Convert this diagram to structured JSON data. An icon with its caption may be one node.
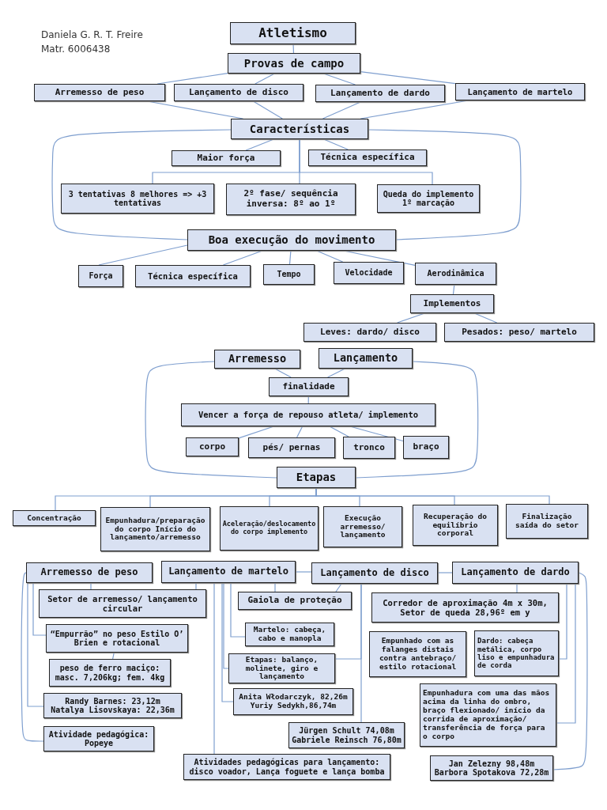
{
  "diagram": {
    "nodes": [
      {
        "text": [
          "Atletismo"
        ]
      },
      {
        "text": [
          "Provas de campo"
        ]
      },
      {
        "text": [
          "Arremesso de peso"
        ]
      },
      {
        "text": [
          "Lançamento de disco"
        ]
      },
      {
        "text": [
          "Lançamento de dardo"
        ]
      },
      {
        "text": [
          "Lançamento de martelo"
        ]
      },
      {
        "text": [
          "Características"
        ]
      },
      {
        "text": [
          "Maior força"
        ]
      },
      {
        "text": [
          "Técnica específica"
        ]
      },
      {
        "text": [
          "3 tentativas 8 melhores => +3 tentativas"
        ]
      },
      {
        "text": [
          "2º fase/ sequência inversa: 8º ao 1º"
        ]
      },
      {
        "text": [
          "Queda do implemento 1º marcação"
        ]
      },
      {
        "text": [
          "Boa execução do movimento"
        ]
      },
      {
        "text": [
          "Força"
        ]
      },
      {
        "text": [
          "Técnica específica"
        ]
      },
      {
        "text": [
          "Tempo"
        ]
      },
      {
        "text": [
          "Velocidade"
        ]
      },
      {
        "text": [
          "Aerodinâmica"
        ]
      },
      {
        "text": [
          "Implementos"
        ]
      },
      {
        "text": [
          "Leves: dardo/ disco"
        ]
      },
      {
        "text": [
          "Pesados: peso/ martelo"
        ]
      },
      {
        "text": [
          "Arremesso"
        ]
      },
      {
        "text": [
          "Lançamento"
        ]
      },
      {
        "text": [
          "finalidade"
        ]
      },
      {
        "text": [
          "Vencer a força de repouso atleta/ implemento"
        ]
      },
      {
        "text": [
          "corpo"
        ]
      },
      {
        "text": [
          "pés/ pernas"
        ]
      },
      {
        "text": [
          "tronco"
        ]
      },
      {
        "text": [
          "braço"
        ]
      },
      {
        "text": [
          "Etapas"
        ]
      },
      {
        "text": [
          "Concentração"
        ]
      },
      {
        "text": [
          "Empunhadura/preparação do corpo Início do lançamento/arremesso"
        ]
      },
      {
        "text": [
          "Aceleração/deslocamento do corpo implemento"
        ]
      },
      {
        "text": [
          "Execução arremesso/ lançamento"
        ]
      },
      {
        "text": [
          "Recuperação do equilíbrio corporal"
        ]
      },
      {
        "text": [
          "Finalização saída do setor"
        ]
      },
      {
        "text": [
          "Arremesso de peso"
        ]
      },
      {
        "text": [
          "Lançamento de martelo"
        ]
      },
      {
        "text": [
          "Lançamento de disco"
        ]
      },
      {
        "text": [
          "Lançamento de dardo"
        ]
      },
      {
        "text": [
          "Setor de arremesso/ lançamento circular"
        ]
      },
      {
        "text": [
          "“Empurrão” no peso Estilo O’ Brien e rotacional"
        ]
      },
      {
        "text": [
          "peso de ferro maciço: masc. 7,206kg; fem. 4kg"
        ]
      },
      {
        "text": [
          "Randy Barnes: 23,12m Natalya Lisovskaya: 22,36m"
        ]
      },
      {
        "text": [
          "Atividade pedagógica: Popeye"
        ]
      },
      {
        "text": [
          "Gaiola de proteção"
        ]
      },
      {
        "text": [
          "Martelo: cabeça, cabo e manopla"
        ]
      },
      {
        "text": [
          "Etapas: balanço, molinete, giro e lançamento"
        ]
      },
      {
        "text": [
          "Anita Włodarczyk, 82,26m Yuriy Sedykh,86,74m"
        ]
      },
      {
        "text": [
          "Jürgen Schult 74,08m Gabriele Reinsch 76,80m"
        ]
      },
      {
        "text": [
          "Atividades pedagógicas para lançamento: disco voador, Lança foguete e lança bomba"
        ]
      },
      {
        "text": [
          "Corredor de aproximação 4m x 30m, Setor de queda 28,96º em y"
        ]
      },
      {
        "text": [
          "Empunhado com as falanges distais contra antebraço/ estilo rotacional"
        ]
      },
      {
        "text": [
          "Dardo: cabeça metálica, corpo liso e empunhadura de corda"
        ]
      },
      {
        "text": [
          "Empunhadura com uma das mãos acima da linha do ombro, braço flexionado/ início da corrida de aproximação/ transferência de força para o corpo"
        ]
      },
      {
        "text": [
          "Jan Zelezny 98,48m Barbora Spotakova 72,28m"
        ]
      }
    ],
    "edges": [
      {
        "from": 0,
        "to": 1,
        "arrow": "none"
      },
      {
        "from": 1,
        "to": 2,
        "arrow": "none"
      },
      {
        "from": 1,
        "to": 3,
        "arrow": "none"
      },
      {
        "from": 1,
        "to": 4,
        "arrow": "none"
      },
      {
        "from": 1,
        "to": 5,
        "arrow": "none"
      },
      {
        "from": 2,
        "to": 6,
        "arrow": "none"
      },
      {
        "from": 3,
        "to": 6,
        "arrow": "none"
      },
      {
        "from": 4,
        "to": 6,
        "arrow": "none"
      },
      {
        "from": 5,
        "to": 6,
        "arrow": "none"
      },
      {
        "from": 6,
        "to": 7,
        "arrow": "none"
      },
      {
        "from": 6,
        "to": 8,
        "arrow": "none"
      },
      {
        "from": 6,
        "to": 9,
        "arrow": "none"
      },
      {
        "from": 6,
        "to": 10,
        "arrow": "none"
      },
      {
        "from": 6,
        "to": 11,
        "arrow": "none"
      },
      {
        "from": 6,
        "to": 12,
        "arrow": "none"
      },
      {
        "from": 6,
        "to": 12,
        "arrow": "none"
      },
      {
        "from": 12,
        "to": 13,
        "arrow": "none"
      },
      {
        "from": 12,
        "to": 14,
        "arrow": "none"
      },
      {
        "from": 12,
        "to": 15,
        "arrow": "none"
      },
      {
        "from": 12,
        "to": 16,
        "arrow": "none"
      },
      {
        "from": 12,
        "to": 17,
        "arrow": "none"
      },
      {
        "from": 17,
        "to": 18,
        "arrow": "none"
      },
      {
        "from": 18,
        "to": 19,
        "arrow": "none"
      },
      {
        "from": 18,
        "to": 20,
        "arrow": "none"
      },
      {
        "from": 21,
        "to": 23,
        "arrow": "none"
      },
      {
        "from": 22,
        "to": 23,
        "arrow": "none"
      },
      {
        "from": 23,
        "to": 24,
        "arrow": "none"
      },
      {
        "from": 24,
        "to": 25,
        "arrow": "none"
      },
      {
        "from": 24,
        "to": 26,
        "arrow": "none"
      },
      {
        "from": 24,
        "to": 27,
        "arrow": "none"
      },
      {
        "from": 24,
        "to": 28,
        "arrow": "none"
      },
      {
        "from": 21,
        "to": 29,
        "arrow": "none"
      },
      {
        "from": 22,
        "to": 29,
        "arrow": "none"
      },
      {
        "from": 29,
        "to": 30,
        "arrow": "none"
      },
      {
        "from": 29,
        "to": 31,
        "arrow": "none"
      },
      {
        "from": 29,
        "to": 32,
        "arrow": "none"
      },
      {
        "from": 29,
        "to": 33,
        "arrow": "none"
      },
      {
        "from": 29,
        "to": 34,
        "arrow": "none"
      },
      {
        "from": 29,
        "to": 35,
        "arrow": "none"
      },
      {
        "from": 36,
        "to": 40,
        "arrow": "none"
      },
      {
        "from": 36,
        "to": 41,
        "arrow": "none"
      },
      {
        "from": 41,
        "to": 42,
        "arrow": "none"
      },
      {
        "from": 36,
        "to": 43,
        "arrow": "none"
      },
      {
        "from": 36,
        "to": 44,
        "arrow": "none"
      },
      {
        "from": 37,
        "to": 40,
        "arrow": "none"
      },
      {
        "from": 37,
        "to": 45,
        "arrow": "none"
      },
      {
        "from": 37,
        "to": 46,
        "arrow": "none"
      },
      {
        "from": 37,
        "to": 47,
        "arrow": "none"
      },
      {
        "from": 37,
        "to": 48,
        "arrow": "none"
      },
      {
        "from": 37,
        "to": 50,
        "arrow": "none"
      },
      {
        "from": 37,
        "to": 38,
        "arrow": "none"
      },
      {
        "from": 38,
        "to": 39,
        "arrow": "none"
      },
      {
        "from": 38,
        "to": 45,
        "arrow": "none"
      },
      {
        "from": 38,
        "to": 47,
        "arrow": "none"
      },
      {
        "from": 38,
        "to": 49,
        "arrow": "none"
      },
      {
        "from": 39,
        "to": 51,
        "arrow": "none"
      },
      {
        "from": 39,
        "to": 53,
        "arrow": "none"
      },
      {
        "from": 39,
        "to": 54,
        "arrow": "none"
      },
      {
        "from": 39,
        "to": 55,
        "arrow": "none"
      }
    ],
    "labels": [
      "Daniela G. R. T. Freire",
      "Matr. 6006438"
    ]
  }
}
